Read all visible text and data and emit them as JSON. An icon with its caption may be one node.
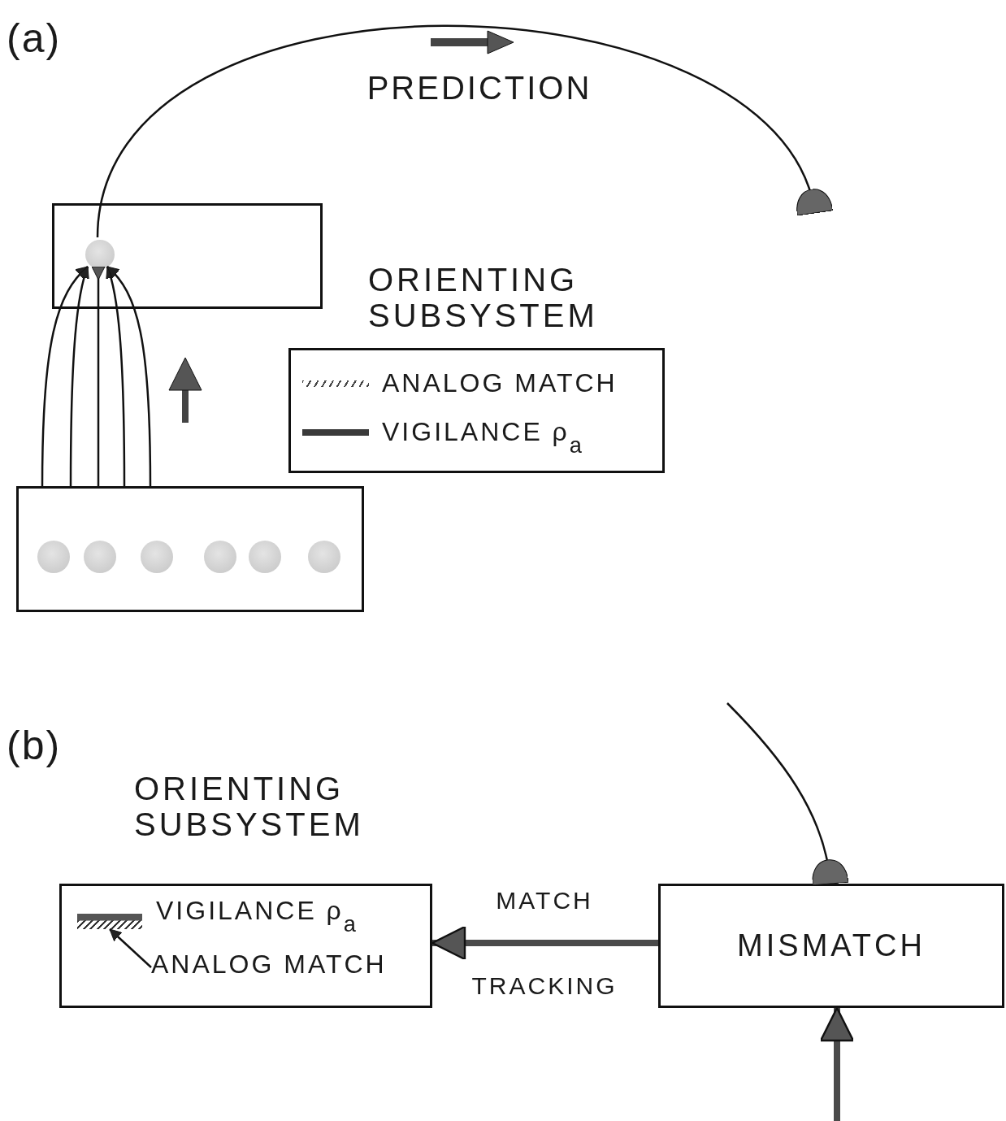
{
  "diagram": {
    "nodes": [
      {
        "text": [],
        "shape": "box"
      },
      {
        "text": [],
        "shape": "circle",
        "in": 0
      },
      {
        "text": [],
        "shape": "box"
      },
      {
        "text": [],
        "shape": "circle",
        "in": 2
      },
      {
        "text": [],
        "shape": "circle",
        "in": 2
      },
      {
        "text": [],
        "shape": "circle",
        "in": 2
      },
      {
        "text": [],
        "shape": "circle",
        "in": 2
      },
      {
        "text": [],
        "shape": "circle",
        "in": 2
      },
      {
        "text": [],
        "shape": "circle",
        "in": 2
      },
      {
        "text": [
          "ORIENTING SUBSYSTEM"
        ]
      },
      {
        "text": [
          "ORIENTING SUBSYSTEM"
        ]
      },
      {
        "text": [
          "VIGILANCE ρ$_{a}$"
        ],
        "in": 10
      },
      {
        "text": [
          "ANALOG MATCH"
        ],
        "in": 10
      },
      {
        "text": [],
        "shape": "bar",
        "in": 10
      },
      {
        "text": [
          "MISMATCH"
        ]
      }
    ],
    "edges": [
      {
        "from": 1,
        "to": null,
        "arrow": "other",
        "label": "PREDICTION"
      },
      {
        "from": 2,
        "to": 1,
        "arrow": "to"
      },
      {
        "from": 2,
        "to": 1,
        "arrow": "to"
      },
      {
        "from": 2,
        "to": 1,
        "arrow": "other"
      },
      {
        "from": 2,
        "to": 1,
        "arrow": "to"
      },
      {
        "from": 2,
        "to": 1,
        "arrow": "to"
      },
      {
        "from": null,
        "to": 14,
        "arrow": "other"
      },
      {
        "from": 14,
        "to": 10,
        "arrow": "to",
        "label": "MATCH TRACKING",
        "style": "thick"
      },
      {
        "from": null,
        "to": 14,
        "arrow": "to",
        "style": "thick"
      },
      {
        "from": 12,
        "to": 13,
        "arrow": "to"
      }
    ],
    "labels": [
      "(a)",
      "(b)"
    ],
    "legend": [
      {
        "text": "ANALOG MATCH"
      },
      {
        "text": "VIGILANCE ρ$_{a}$"
      }
    ]
  }
}
